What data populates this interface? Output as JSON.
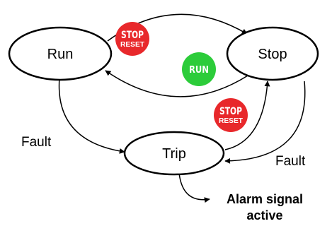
{
  "states": {
    "run": {
      "label": "Run"
    },
    "stop": {
      "label": "Stop"
    },
    "trip": {
      "label": "Trip"
    }
  },
  "transitions": {
    "run_to_trip_label": "Fault",
    "stop_to_trip_label": "Fault"
  },
  "buttons": {
    "stop_reset_top": {
      "line1": "STOP",
      "line2": "RESET"
    },
    "run": {
      "label": "RUN"
    },
    "stop_reset_trip": {
      "line1": "STOP",
      "line2": "RESET"
    }
  },
  "output": {
    "line1": "Alarm signal",
    "line2": "active"
  },
  "colors": {
    "stop_button": "#e8282b",
    "run_button": "#2ccc3a",
    "stroke": "#000000"
  }
}
